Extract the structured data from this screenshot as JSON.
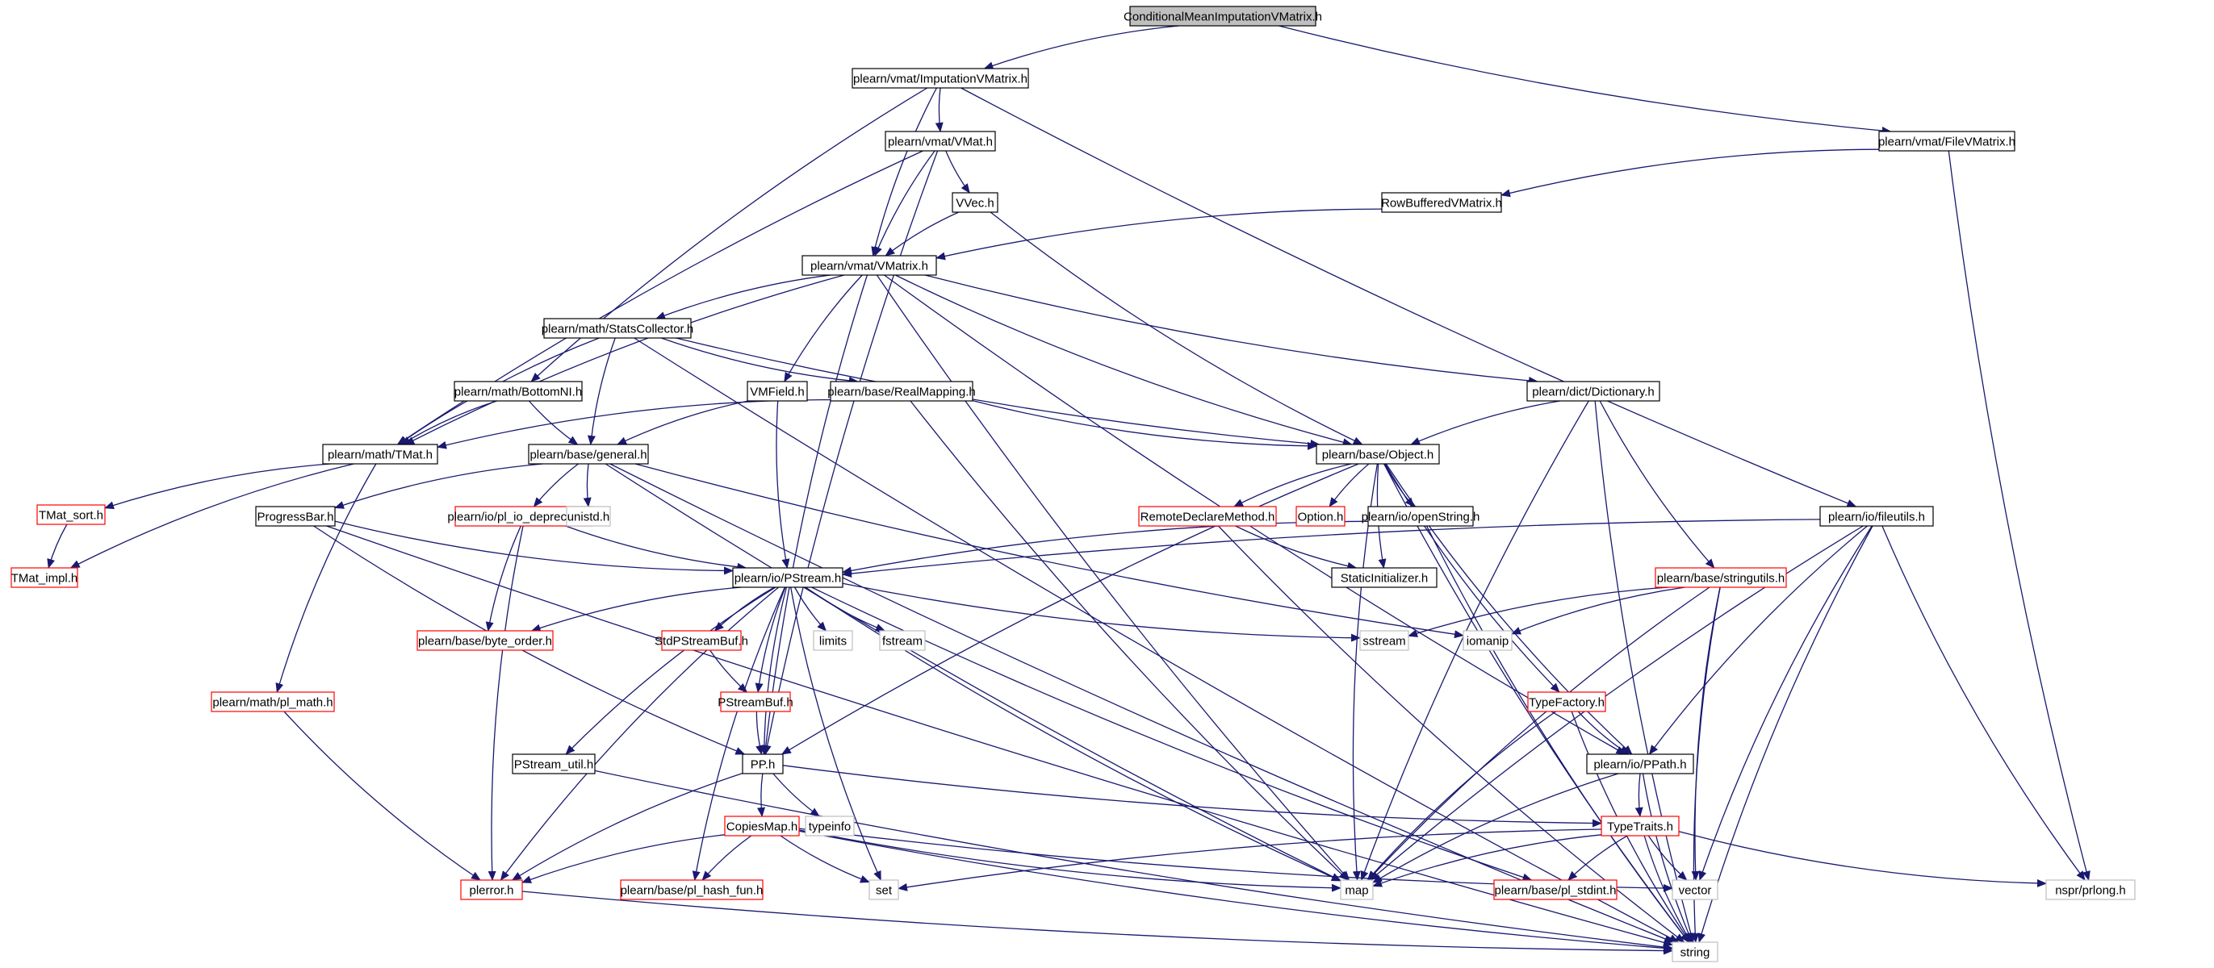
{
  "colors": {
    "edge": "#191970",
    "border_normal": "#000000",
    "border_truncated": "#ff0000",
    "border_system": "#bfbfbf",
    "fill_root": "#bfbfbf",
    "fill": "#ffffff",
    "text": "#000000"
  },
  "nodes": [
    {
      "id": "root",
      "label": "ConditionalMeanImputationVMatrix.h",
      "kind": "root"
    },
    {
      "id": "imputation",
      "label": "plearn/vmat/ImputationVMatrix.h",
      "kind": "normal"
    },
    {
      "id": "filevm",
      "label": "plearn/vmat/FileVMatrix.h",
      "kind": "normal"
    },
    {
      "id": "vmat",
      "label": "plearn/vmat/VMat.h",
      "kind": "normal"
    },
    {
      "id": "rowbuf",
      "label": "RowBufferedVMatrix.h",
      "kind": "normal"
    },
    {
      "id": "vvec",
      "label": "VVec.h",
      "kind": "normal"
    },
    {
      "id": "vmatrix",
      "label": "plearn/vmat/VMatrix.h",
      "kind": "normal"
    },
    {
      "id": "stats",
      "label": "plearn/math/StatsCollector.h",
      "kind": "normal"
    },
    {
      "id": "bottomni",
      "label": "plearn/math/BottomNI.h",
      "kind": "normal"
    },
    {
      "id": "vmfield",
      "label": "VMField.h",
      "kind": "normal"
    },
    {
      "id": "realmap",
      "label": "plearn/base/RealMapping.h",
      "kind": "normal"
    },
    {
      "id": "dictionary",
      "label": "plearn/dict/Dictionary.h",
      "kind": "normal"
    },
    {
      "id": "tmat",
      "label": "plearn/math/TMat.h",
      "kind": "normal"
    },
    {
      "id": "general",
      "label": "plearn/base/general.h",
      "kind": "normal"
    },
    {
      "id": "object",
      "label": "plearn/base/Object.h",
      "kind": "normal"
    },
    {
      "id": "tmatsort",
      "label": "TMat_sort.h",
      "kind": "truncated"
    },
    {
      "id": "tmatimpl",
      "label": "TMat_impl.h",
      "kind": "truncated"
    },
    {
      "id": "progressbar",
      "label": "ProgressBar.h",
      "kind": "normal"
    },
    {
      "id": "pliodep",
      "label": "plearn/io/pl_io_deprecated.h",
      "kind": "truncated"
    },
    {
      "id": "unistd",
      "label": "unistd.h",
      "kind": "system"
    },
    {
      "id": "remotedecl",
      "label": "RemoteDeclareMethod.h",
      "kind": "truncated"
    },
    {
      "id": "option",
      "label": "Option.h",
      "kind": "truncated"
    },
    {
      "id": "openstring",
      "label": "plearn/io/openString.h",
      "kind": "normal"
    },
    {
      "id": "fileutils",
      "label": "plearn/io/fileutils.h",
      "kind": "normal"
    },
    {
      "id": "staticinit",
      "label": "StaticInitializer.h",
      "kind": "normal"
    },
    {
      "id": "pstream",
      "label": "plearn/io/PStream.h",
      "kind": "normal"
    },
    {
      "id": "stringutils",
      "label": "plearn/base/stringutils.h",
      "kind": "truncated"
    },
    {
      "id": "byteorder",
      "label": "plearn/base/byte_order.h",
      "kind": "truncated"
    },
    {
      "id": "stdpsb",
      "label": "StdPStreamBuf.h",
      "kind": "truncated"
    },
    {
      "id": "limits",
      "label": "limits",
      "kind": "system"
    },
    {
      "id": "fstream",
      "label": "fstream",
      "kind": "system"
    },
    {
      "id": "sstream",
      "label": "sstream",
      "kind": "system"
    },
    {
      "id": "iomanip",
      "label": "iomanip",
      "kind": "system"
    },
    {
      "id": "plmath",
      "label": "plearn/math/pl_math.h",
      "kind": "truncated"
    },
    {
      "id": "psb",
      "label": "PStreamBuf.h",
      "kind": "truncated"
    },
    {
      "id": "typefactory",
      "label": "TypeFactory.h",
      "kind": "truncated"
    },
    {
      "id": "psutil",
      "label": "PStream_util.h",
      "kind": "normal"
    },
    {
      "id": "pp",
      "label": "PP.h",
      "kind": "normal"
    },
    {
      "id": "ppath",
      "label": "plearn/io/PPath.h",
      "kind": "normal"
    },
    {
      "id": "typeinfo",
      "label": "typeinfo",
      "kind": "system"
    },
    {
      "id": "copiesmap",
      "label": "CopiesMap.h",
      "kind": "truncated"
    },
    {
      "id": "typetraits",
      "label": "TypeTraits.h",
      "kind": "truncated"
    },
    {
      "id": "plerror",
      "label": "plerror.h",
      "kind": "truncated"
    },
    {
      "id": "plhash",
      "label": "plearn/base/pl_hash_fun.h",
      "kind": "truncated"
    },
    {
      "id": "set",
      "label": "set",
      "kind": "system"
    },
    {
      "id": "map",
      "label": "map",
      "kind": "system"
    },
    {
      "id": "plstdint",
      "label": "plearn/base/pl_stdint.h",
      "kind": "truncated"
    },
    {
      "id": "vector",
      "label": "vector",
      "kind": "system"
    },
    {
      "id": "nsprprlong",
      "label": "nspr/prlong.h",
      "kind": "system"
    },
    {
      "id": "string",
      "label": "string",
      "kind": "system"
    }
  ],
  "edges": [
    [
      "root",
      "imputation"
    ],
    [
      "root",
      "filevm"
    ],
    [
      "imputation",
      "vmat"
    ],
    [
      "imputation",
      "vmatrix"
    ],
    [
      "imputation",
      "bottomni"
    ],
    [
      "imputation",
      "fileutils"
    ],
    [
      "filevm",
      "rowbuf"
    ],
    [
      "filevm",
      "nsprprlong"
    ],
    [
      "vmat",
      "vvec"
    ],
    [
      "vmat",
      "vmatrix"
    ],
    [
      "vmat",
      "tmat"
    ],
    [
      "vmat",
      "pp"
    ],
    [
      "rowbuf",
      "vmatrix"
    ],
    [
      "vvec",
      "vmatrix"
    ],
    [
      "vvec",
      "object"
    ],
    [
      "vmatrix",
      "stats"
    ],
    [
      "vmatrix",
      "tmat"
    ],
    [
      "vmatrix",
      "vmfield"
    ],
    [
      "vmatrix",
      "object"
    ],
    [
      "vmatrix",
      "dictionary"
    ],
    [
      "vmatrix",
      "ppath"
    ],
    [
      "vmatrix",
      "pp"
    ],
    [
      "vmatrix",
      "map"
    ],
    [
      "stats",
      "tmat"
    ],
    [
      "stats",
      "general"
    ],
    [
      "stats",
      "realmap"
    ],
    [
      "stats",
      "object"
    ],
    [
      "stats",
      "string"
    ],
    [
      "bottomni",
      "tmat"
    ],
    [
      "bottomni",
      "general"
    ],
    [
      "vmfield",
      "general"
    ],
    [
      "vmfield",
      "pstream"
    ],
    [
      "realmap",
      "tmat"
    ],
    [
      "realmap",
      "object"
    ],
    [
      "realmap",
      "map"
    ],
    [
      "dictionary",
      "object"
    ],
    [
      "dictionary",
      "stringutils"
    ],
    [
      "dictionary",
      "map"
    ],
    [
      "dictionary",
      "string"
    ],
    [
      "tmat",
      "tmatsort"
    ],
    [
      "tmat",
      "tmatimpl"
    ],
    [
      "tmat",
      "plmath"
    ],
    [
      "tmatsort",
      "tmatimpl"
    ],
    [
      "general",
      "progressbar"
    ],
    [
      "general",
      "pliodep"
    ],
    [
      "general",
      "unistd"
    ],
    [
      "general",
      "iomanip"
    ],
    [
      "general",
      "map"
    ],
    [
      "general",
      "string"
    ],
    [
      "object",
      "remotedecl"
    ],
    [
      "object",
      "option"
    ],
    [
      "object",
      "openstring"
    ],
    [
      "object",
      "staticinit"
    ],
    [
      "object",
      "typefactory"
    ],
    [
      "object",
      "ppath"
    ],
    [
      "object",
      "pp"
    ],
    [
      "object",
      "map"
    ],
    [
      "object",
      "string"
    ],
    [
      "progressbar",
      "pstream"
    ],
    [
      "progressbar",
      "pp"
    ],
    [
      "progressbar",
      "string"
    ],
    [
      "pliodep",
      "pstream"
    ],
    [
      "pliodep",
      "byteorder"
    ],
    [
      "pliodep",
      "plerror"
    ],
    [
      "remotedecl",
      "staticinit"
    ],
    [
      "remotedecl",
      "string"
    ],
    [
      "openstring",
      "pstream"
    ],
    [
      "openstring",
      "string"
    ],
    [
      "fileutils",
      "pstream"
    ],
    [
      "fileutils",
      "ppath"
    ],
    [
      "fileutils",
      "map"
    ],
    [
      "fileutils",
      "vector"
    ],
    [
      "fileutils",
      "nsprprlong"
    ],
    [
      "fileutils",
      "string"
    ],
    [
      "pstream",
      "byteorder"
    ],
    [
      "pstream",
      "stdpsb"
    ],
    [
      "pstream",
      "limits"
    ],
    [
      "pstream",
      "fstream"
    ],
    [
      "pstream",
      "sstream"
    ],
    [
      "pstream",
      "psb"
    ],
    [
      "pstream",
      "psutil"
    ],
    [
      "pstream",
      "pp"
    ],
    [
      "pstream",
      "plerror"
    ],
    [
      "pstream",
      "plhash"
    ],
    [
      "pstream",
      "set"
    ],
    [
      "pstream",
      "map"
    ],
    [
      "pstream",
      "plstdint"
    ],
    [
      "stringutils",
      "sstream"
    ],
    [
      "stringutils",
      "iomanip"
    ],
    [
      "stringutils",
      "map"
    ],
    [
      "stringutils",
      "vector"
    ],
    [
      "stringutils",
      "string"
    ],
    [
      "stdpsb",
      "psb"
    ],
    [
      "psb",
      "pp"
    ],
    [
      "plmath",
      "plerror"
    ],
    [
      "typefactory",
      "ppath"
    ],
    [
      "typefactory",
      "map"
    ],
    [
      "typefactory",
      "string"
    ],
    [
      "psutil",
      "string"
    ],
    [
      "pp",
      "typeinfo"
    ],
    [
      "pp",
      "copiesmap"
    ],
    [
      "pp",
      "typetraits"
    ],
    [
      "pp",
      "plerror"
    ],
    [
      "ppath",
      "typetraits"
    ],
    [
      "ppath",
      "map"
    ],
    [
      "ppath",
      "string"
    ],
    [
      "copiesmap",
      "plerror"
    ],
    [
      "copiesmap",
      "plhash"
    ],
    [
      "copiesmap",
      "set"
    ],
    [
      "copiesmap",
      "map"
    ],
    [
      "copiesmap",
      "vector"
    ],
    [
      "copiesmap",
      "string"
    ],
    [
      "typetraits",
      "set"
    ],
    [
      "typetraits",
      "map"
    ],
    [
      "typetraits",
      "plstdint"
    ],
    [
      "typetraits",
      "vector"
    ],
    [
      "typetraits",
      "nsprprlong"
    ],
    [
      "typetraits",
      "string"
    ],
    [
      "plerror",
      "string"
    ]
  ]
}
